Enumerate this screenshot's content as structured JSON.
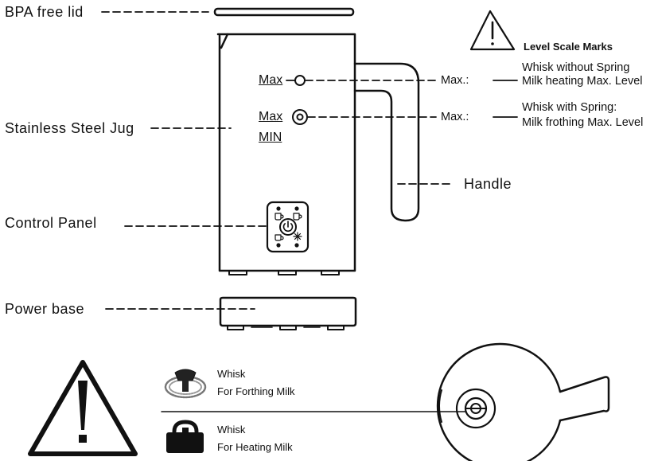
{
  "labels": {
    "bpa_lid": "BPA free lid",
    "jug": "Stainless Steel Jug",
    "control_panel": "Control Panel",
    "power_base": "Power base",
    "handle": "Handle"
  },
  "level_scale": {
    "title": "Level Scale Marks",
    "max_label_top": "Max",
    "max_label_mid": "Max",
    "min_label": "MIN",
    "max_callout_1": "Max.:",
    "max_callout_2": "Max.:",
    "desc_1_line1": "Whisk without Spring",
    "desc_1_line2": "Milk heating Max. Level",
    "desc_2_line1": "Whisk with Spring:",
    "desc_2_line2": "Milk frothing Max. Level"
  },
  "whisks": [
    {
      "name": "Whisk",
      "purpose": "For Forthing Milk",
      "icon": "spring-whisk-icon"
    },
    {
      "name": "Whisk",
      "purpose": "For Heating Milk",
      "icon": "flat-whisk-icon"
    }
  ],
  "icons": [
    "warning-icon",
    "power-icon",
    "snowflake-icon",
    "cup-icon"
  ]
}
